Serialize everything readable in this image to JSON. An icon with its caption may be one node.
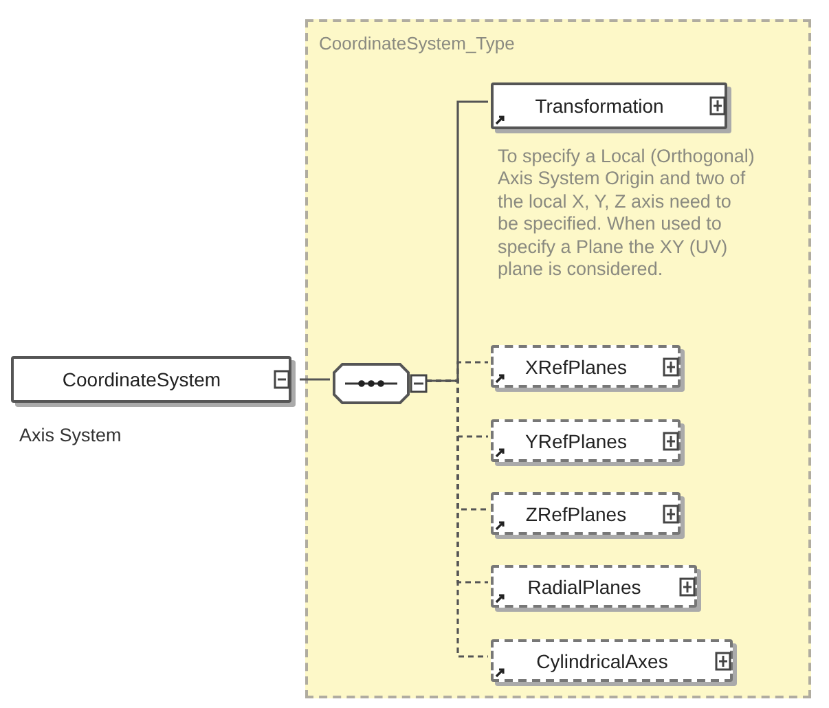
{
  "diagram": {
    "nodes": [
      {
        "text": [
          "CoordinateSystem_Type"
        ]
      },
      {
        "text": [
          "CoordinateSystem"
        ],
        "beside": [
          "Axis System"
        ]
      },
      {
        "text": [],
        "shape": "octagon",
        "in": 0
      },
      {
        "text": [
          "Transformation"
        ],
        "in": 0,
        "beside": [
          "To specify a Local (Orthogonal) Axis System Origin and two of the local X, Y, Z axis need to be specified. When used to specify a Plane the XY (UV) plane is considered."
        ]
      },
      {
        "text": [
          "XRefPlanes"
        ],
        "in": 0
      },
      {
        "text": [
          "YRefPlanes"
        ],
        "in": 0
      },
      {
        "text": [
          "ZRefPlanes"
        ],
        "in": 0
      },
      {
        "text": [
          "RadialPlanes"
        ],
        "in": 0
      },
      {
        "text": [
          "CylindricalAxes"
        ],
        "in": 0
      }
    ],
    "edges": [
      {
        "from": 1,
        "to": 2,
        "arrow": "none"
      },
      {
        "from": 2,
        "to": 3,
        "arrow": "none"
      },
      {
        "from": 2,
        "to": 4,
        "arrow": "none",
        "style": "dashed"
      },
      {
        "from": 2,
        "to": 5,
        "arrow": "none",
        "style": "dashed"
      },
      {
        "from": 2,
        "to": 6,
        "arrow": "none",
        "style": "dashed"
      },
      {
        "from": 2,
        "to": 7,
        "arrow": "none",
        "style": "dashed"
      },
      {
        "from": 2,
        "to": 8,
        "arrow": "none",
        "style": "dashed"
      }
    ]
  }
}
